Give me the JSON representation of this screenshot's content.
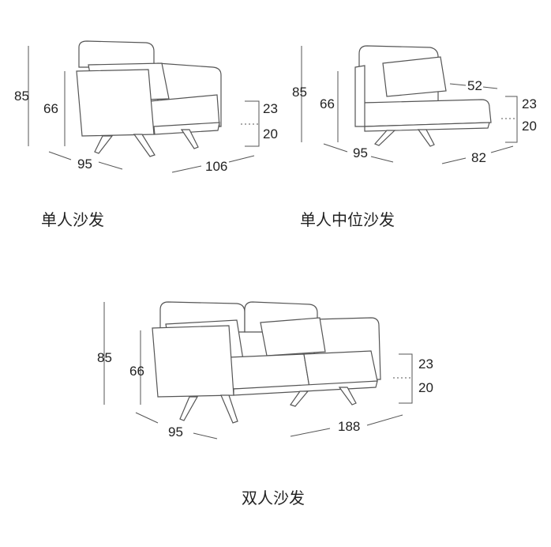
{
  "products": [
    {
      "name": "单人沙发",
      "dimensions": {
        "height": "85",
        "seat_back_height": "66",
        "depth": "95",
        "width": "106",
        "cushion_height": "23",
        "seat_height": "20"
      }
    },
    {
      "name": "单人中位沙发",
      "dimensions": {
        "height": "85",
        "seat_back_height": "66",
        "pillow_width": "52",
        "depth": "95",
        "width": "82",
        "cushion_height": "23",
        "seat_height": "20"
      }
    },
    {
      "name": "双人沙发",
      "dimensions": {
        "height": "85",
        "seat_back_height": "66",
        "depth": "95",
        "width": "188",
        "cushion_height": "23",
        "seat_height": "20"
      }
    }
  ],
  "colors": {
    "line": "#555555",
    "text": "#222222"
  }
}
